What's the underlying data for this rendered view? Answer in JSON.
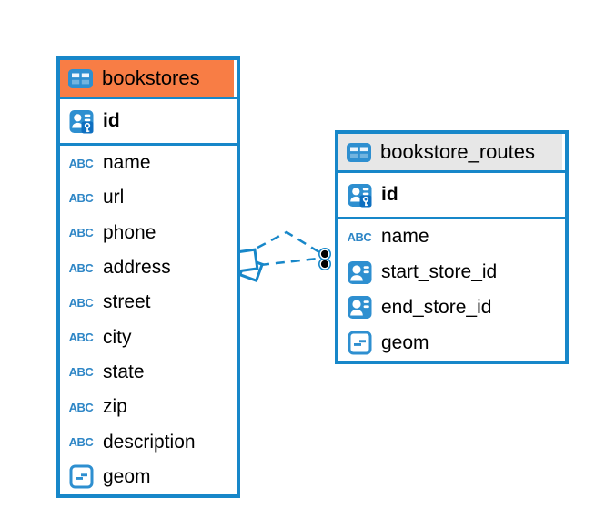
{
  "diagram": {
    "type": "entity-relationship",
    "background": "#ffffff"
  },
  "colors": {
    "table_border": "#1787c9",
    "icon_blue": "#2e8fd0",
    "selected_header": "#f87d45",
    "default_header": "#e7e7e7",
    "relationship_line": "#1787c9",
    "text": "#000000"
  },
  "tables": [
    {
      "name": "bookstores",
      "header_style": "selected",
      "columns": [
        {
          "name": "id",
          "icon": "primary-key-icon",
          "emphasis": "bold"
        },
        {
          "name": "name",
          "icon": "text-type-icon"
        },
        {
          "name": "url",
          "icon": "text-type-icon"
        },
        {
          "name": "phone",
          "icon": "text-type-icon"
        },
        {
          "name": "address",
          "icon": "text-type-icon"
        },
        {
          "name": "street",
          "icon": "text-type-icon"
        },
        {
          "name": "city",
          "icon": "text-type-icon"
        },
        {
          "name": "state",
          "icon": "text-type-icon"
        },
        {
          "name": "zip",
          "icon": "text-type-icon"
        },
        {
          "name": "description",
          "icon": "text-type-icon"
        },
        {
          "name": "geom",
          "icon": "geometry-type-icon"
        }
      ]
    },
    {
      "name": "bookstore_routes",
      "header_style": "default",
      "columns": [
        {
          "name": "id",
          "icon": "primary-key-icon",
          "emphasis": "bold"
        },
        {
          "name": "name",
          "icon": "text-type-icon"
        },
        {
          "name": "start_store_id",
          "icon": "reference-icon"
        },
        {
          "name": "end_store_id",
          "icon": "reference-icon"
        },
        {
          "name": "geom",
          "icon": "geometry-type-icon"
        }
      ]
    }
  ],
  "relationships": [
    {
      "from_table": "bookstores",
      "to_table": "bookstore_routes",
      "line_style": "dashed",
      "from_marker": "diamond",
      "to_marker": "dot"
    },
    {
      "from_table": "bookstores",
      "to_table": "bookstore_routes",
      "line_style": "dashed",
      "from_marker": "diamond",
      "to_marker": "dot"
    }
  ]
}
